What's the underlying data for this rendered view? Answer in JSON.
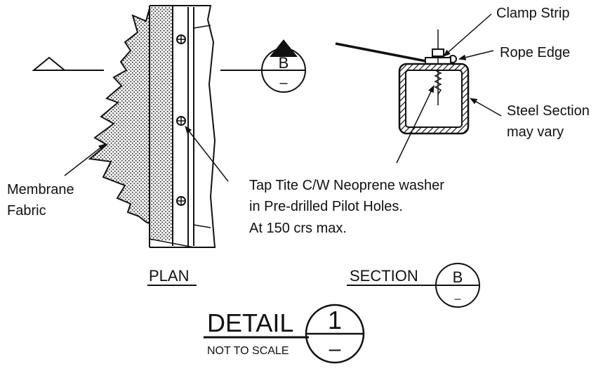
{
  "labels": {
    "clamp_strip": "Clamp Strip",
    "rope_edge": "Rope Edge",
    "steel_section_1": "Steel Section",
    "steel_section_2": "may vary",
    "membrane_1": "Membrane",
    "membrane_2": "Fabric",
    "tap_1": "Tap Tite C/W Neoprene washer",
    "tap_2": "in Pre-drilled Pilot Holes.",
    "tap_3": "At 150 crs max."
  },
  "section_marker": {
    "letter": "B",
    "sheet": "–"
  },
  "plan_title": "PLAN",
  "section_title": {
    "word": "SECTION",
    "letter": "B",
    "sheet": "–"
  },
  "detail_title": {
    "word": "DETAIL",
    "subtitle": "NOT TO SCALE",
    "number": "1",
    "sheet": "–"
  }
}
